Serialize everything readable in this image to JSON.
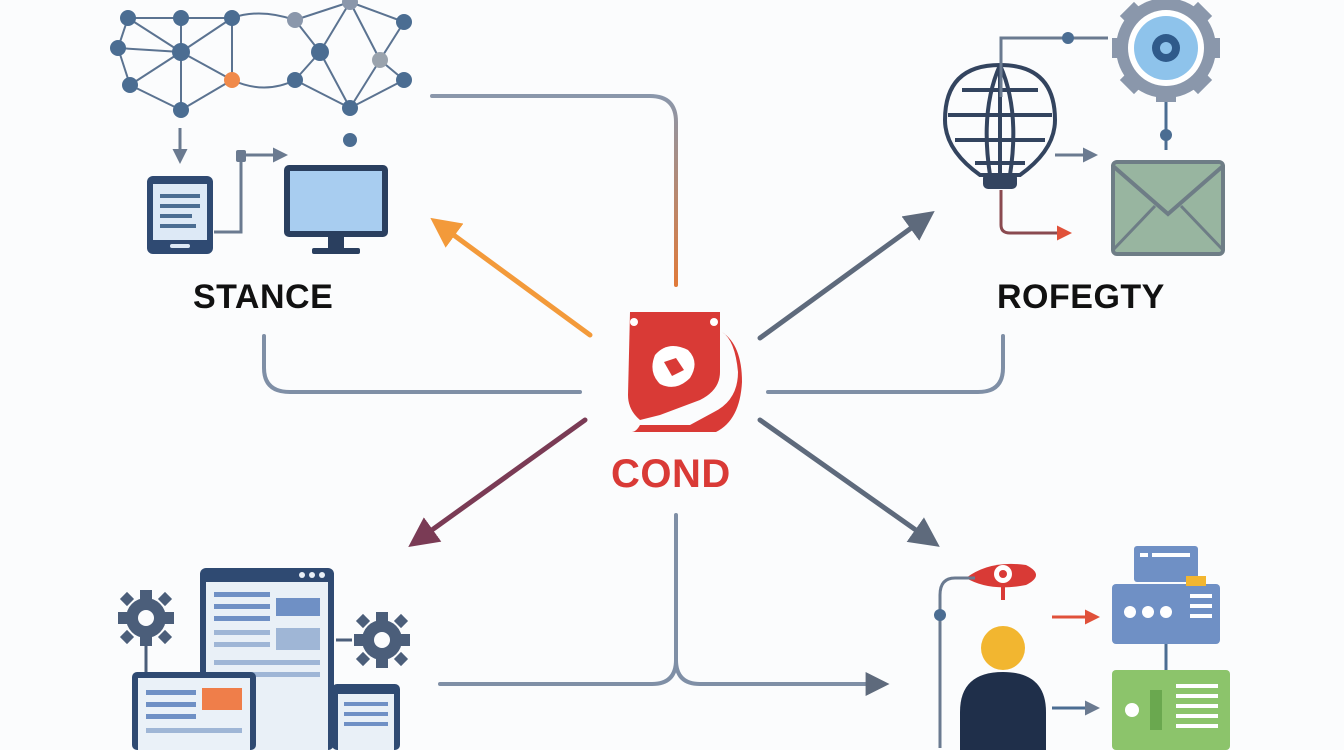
{
  "labels": {
    "top_left": "STANCE",
    "top_right": "ROFEGTY",
    "center": "COND"
  },
  "colors": {
    "center_accent": "#d93a36",
    "network_node": "#4b6d92",
    "highlight_node": "#f08a4b",
    "line": "#7f8fa6",
    "orange_arrow": "#f39a3a",
    "maroon_arrow": "#7a3b55",
    "steel_arrow": "#5e6a7c",
    "monitor_blue": "#a8cdf0",
    "envelope_green": "#98b5a0",
    "gear_blue": "#8ec3eb",
    "module_blue": "#6f90c5",
    "module_green": "#8cc46b",
    "person_yellow": "#f2b630",
    "person_dark": "#1f2f4a"
  },
  "icons": {
    "center": "shield-icon",
    "top_left": [
      "network-graph-icon",
      "document-tablet-icon",
      "monitor-icon"
    ],
    "top_right": [
      "globe-balloon-icon",
      "gear-icon",
      "envelope-icon"
    ],
    "bottom_left": [
      "gear-icon",
      "browser-window-icon",
      "laptop-icon",
      "gear-icon"
    ],
    "bottom_right": [
      "person-icon",
      "server-module-icon"
    ]
  }
}
